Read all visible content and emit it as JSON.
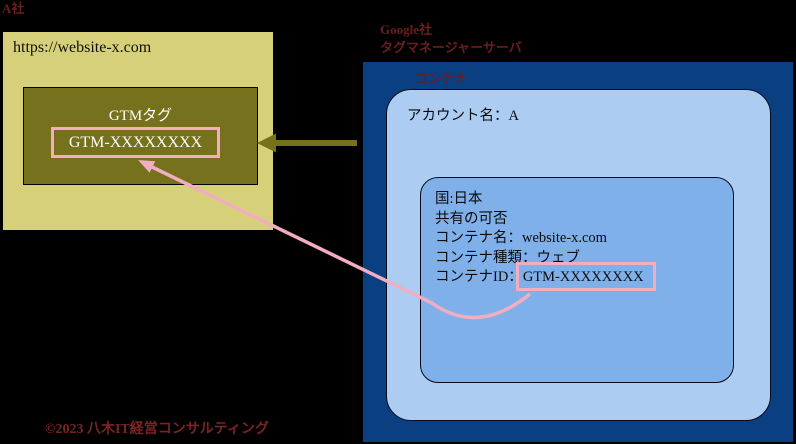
{
  "annotations": {
    "company_label": "A社",
    "google_label": "Google社",
    "server_label": "タグマネージャーサーバ",
    "container_label": "コンテナ",
    "copyright": "©2023 八木IT経営コンサルティング"
  },
  "website": {
    "url": "https://website-x.com",
    "tag_title": "GTMタグ",
    "tag_id": "GTM-XXXXXXXX"
  },
  "gtm_server": {
    "account_name": "アカウント名：A",
    "container": {
      "lines": [
        "国:日本",
        "共有の可否",
        "コンテナ名：website-x.com",
        "コンテナ種類：ウェブ"
      ],
      "id_label": "コンテナID：",
      "id_value": "GTM-XXXXXXXX"
    }
  },
  "colors": {
    "background": "#000000",
    "website_box": "#d6d07a",
    "gtm_tag_box": "#75711c",
    "server_box": "#0a3f82",
    "account_box": "#accdf1",
    "container_box": "#7fb0ea",
    "highlight_pink": "#f2aec1",
    "annotation_red": "#6b1e1e",
    "copyright_red": "#7b2424",
    "arrow_olive": "#75711c"
  }
}
